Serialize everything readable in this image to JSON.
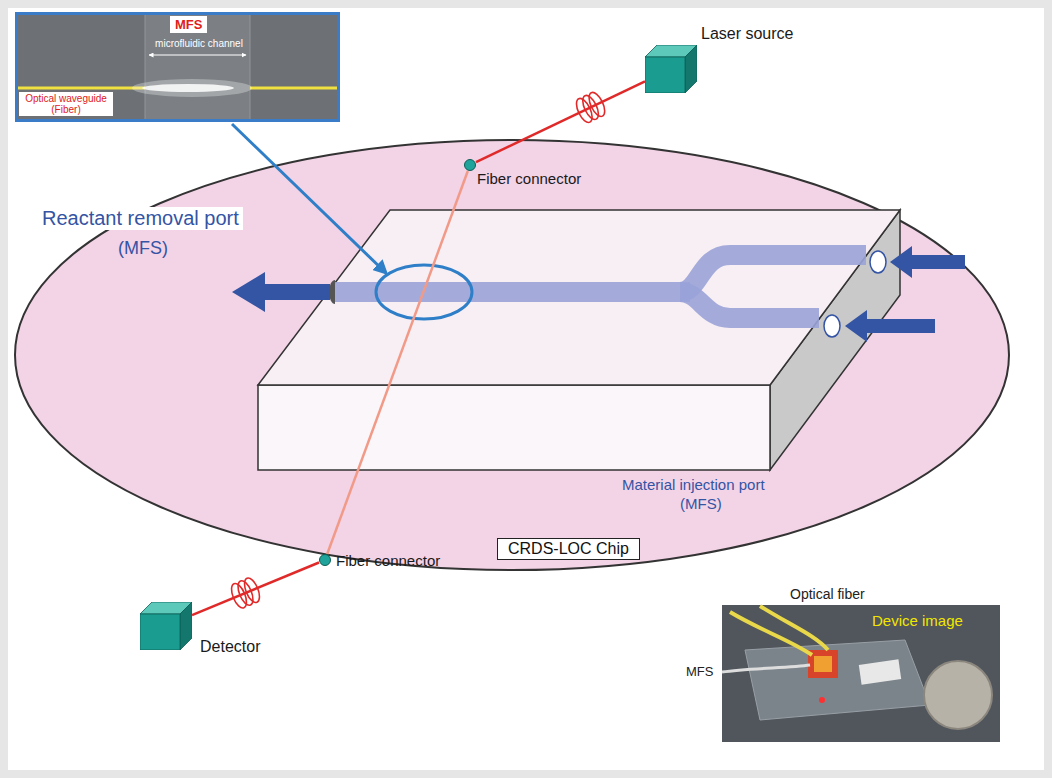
{
  "diagram": {
    "nodes": [
      {
        "text": [
          "microfluidic channel"
        ]
      },
      {
        "text": [
          "MFS"
        ],
        "in": 0
      },
      {
        "text": [
          "Optical waveguide (Fiber)"
        ],
        "in": 0
      },
      {
        "text": [
          "Laser source"
        ]
      },
      {
        "text": [
          "Fiber connector"
        ]
      },
      {
        "text": [
          "Fiber connector"
        ]
      },
      {
        "text": [
          "CRDS-LOC Chip"
        ]
      },
      {
        "text": [
          "Detector"
        ]
      }
    ],
    "edges": [
      {
        "from": 3,
        "to": 4,
        "arrow": "none"
      },
      {
        "from": 4,
        "to": 5,
        "arrow": "none"
      },
      {
        "from": 5,
        "to": 7,
        "arrow": "none"
      }
    ],
    "labels": [
      "Reactant removal port",
      "(MFS)",
      "Material injection port",
      "(MFS)",
      "Optical fiber",
      "MFS",
      "Device image"
    ]
  }
}
